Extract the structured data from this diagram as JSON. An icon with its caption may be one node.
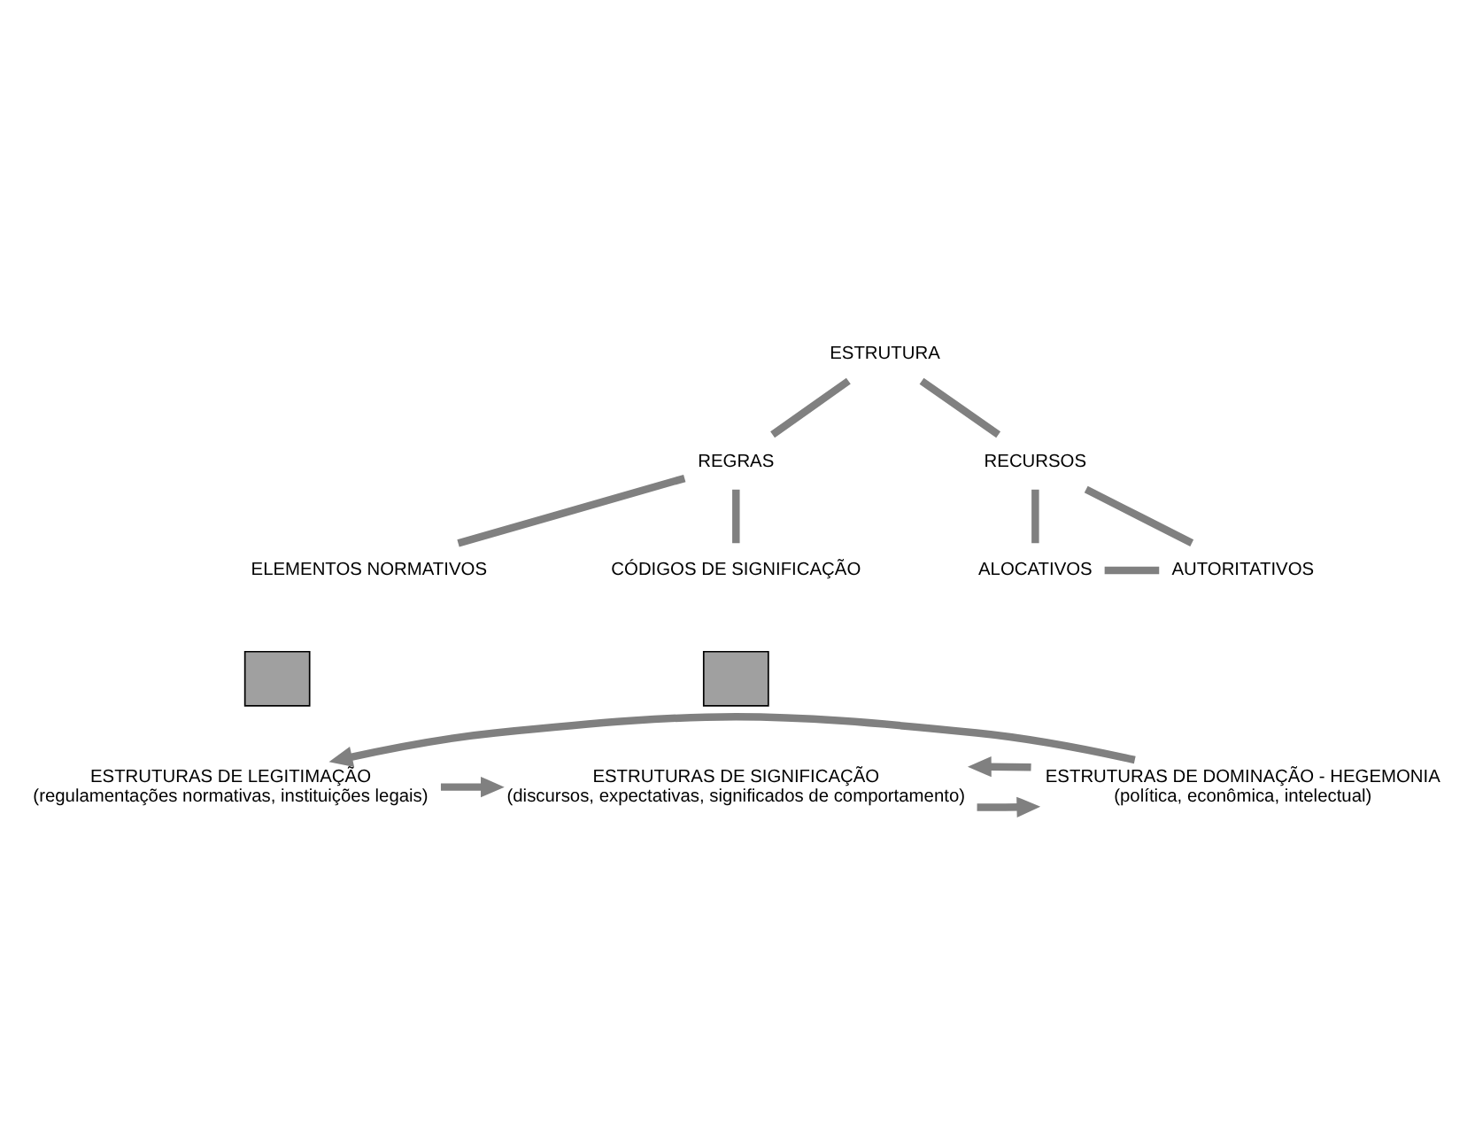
{
  "diagram": {
    "nodes": [
      {
        "text": [
          "ESTRUTURA"
        ]
      },
      {
        "text": [
          "REGRAS"
        ]
      },
      {
        "text": [
          "RECURSOS"
        ]
      },
      {
        "text": [
          "ELEMENTOS NORMATIVOS"
        ]
      },
      {
        "text": [
          "CÓDIGOS DE SIGNIFICAÇÃO"
        ]
      },
      {
        "text": [
          "ALOCATIVOS"
        ]
      },
      {
        "text": [
          "AUTORITATIVOS"
        ]
      },
      {
        "text": [],
        "shape": "box"
      },
      {
        "text": [],
        "shape": "box"
      },
      {
        "text": [
          "ESTRUTURAS DE LEGITIMAÇÃO",
          "(regulamentações normativas, instituições legais)"
        ]
      },
      {
        "text": [
          "ESTRUTURAS DE SIGNIFICAÇÃO",
          "(discursos, expectativas, significados de comportamento)"
        ]
      },
      {
        "text": [
          "ESTRUTURAS DE DOMINAÇÃO - HEGEMONIA",
          "(política, econômica, intelectual)"
        ]
      }
    ],
    "edges": [
      {
        "from": 0,
        "to": 1,
        "arrow": "none"
      },
      {
        "from": 0,
        "to": 2,
        "arrow": "none"
      },
      {
        "from": 1,
        "to": 3,
        "arrow": "none"
      },
      {
        "from": 1,
        "to": 4,
        "arrow": "none"
      },
      {
        "from": 2,
        "to": 5,
        "arrow": "none"
      },
      {
        "from": 2,
        "to": 6,
        "arrow": "none"
      },
      {
        "from": 5,
        "to": 6,
        "arrow": "none"
      },
      {
        "from": 9,
        "to": 10,
        "arrow": "to"
      },
      {
        "from": 10,
        "to": 11,
        "arrow": "to"
      },
      {
        "from": 11,
        "to": 10,
        "arrow": "to"
      },
      {
        "from": 11,
        "to": 9,
        "arrow": "to"
      }
    ]
  }
}
